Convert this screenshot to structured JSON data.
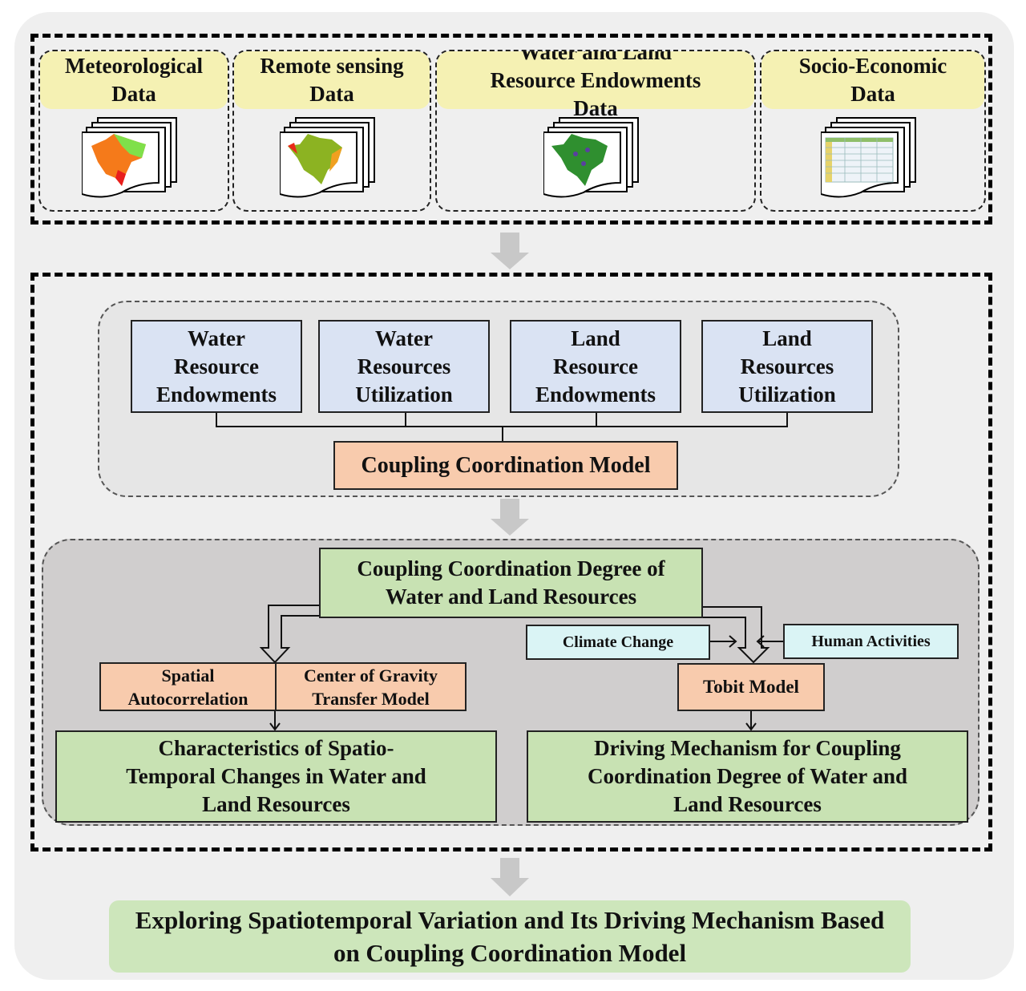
{
  "data_sources": [
    {
      "label": "Meteorological Data",
      "icon": "meteorological-map-icon"
    },
    {
      "label": "Remote sensing Data",
      "icon": "remote-sensing-map-icon"
    },
    {
      "label": "Water and Land Resource Endowments Data",
      "icon": "land-resource-map-icon"
    },
    {
      "label": "Socio-Economic Data",
      "icon": "spreadsheet-icon"
    }
  ],
  "indicators": [
    "Water Resource Endowments",
    "Water Resources Utilization",
    "Land Resource Endowments",
    "Land Resources Utilization"
  ],
  "coupling_model": "Coupling Coordination Model",
  "ccd": "Coupling Coordination Degree of Water and Land Resources",
  "spatial": "Spatial Autocorrelation",
  "gravity": "Center of Gravity Transfer Model",
  "climate": "Climate Change",
  "human": "Human Activities",
  "tobit": "Tobit Model",
  "characteristics": "Characteristics of Spatio-Temporal Changes in Water and Land Resources",
  "driving": "Driving Mechanism for Coupling Coordination Degree of Water and Land Resources",
  "final": "Exploring Spatiotemporal Variation and Its Driving Mechanism Based on Coupling Coordination Model",
  "colors": {
    "yellow": "#f5f1b3",
    "blue": "#dae3f3",
    "orange": "#f8cbad",
    "green": "#c8e2b3",
    "cyan": "#daf4f5",
    "gray_arrow": "#c8c8c8"
  }
}
